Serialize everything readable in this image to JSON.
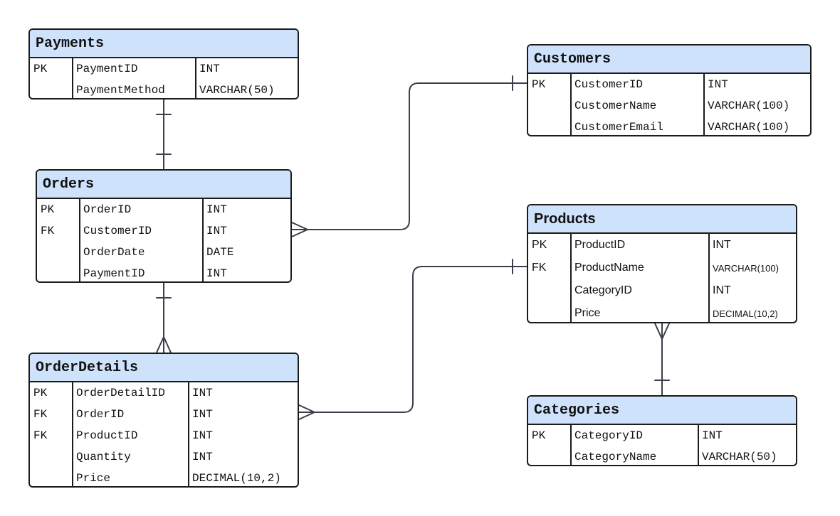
{
  "entities": {
    "payments": {
      "title": "Payments",
      "rows": [
        {
          "key": "PK",
          "name": "PaymentID",
          "type": "INT"
        },
        {
          "key": "",
          "name": "PaymentMethod",
          "type": "VARCHAR(50)"
        }
      ]
    },
    "customers": {
      "title": "Customers",
      "rows": [
        {
          "key": "PK",
          "name": "CustomerID",
          "type": "INT"
        },
        {
          "key": "",
          "name": "CustomerName",
          "type": "VARCHAR(100)"
        },
        {
          "key": "",
          "name": "CustomerEmail",
          "type": "VARCHAR(100)"
        }
      ]
    },
    "orders": {
      "title": "Orders",
      "rows": [
        {
          "key": "PK",
          "name": "OrderID",
          "type": "INT"
        },
        {
          "key": "FK",
          "name": "CustomerID",
          "type": "INT"
        },
        {
          "key": "",
          "name": "OrderDate",
          "type": "DATE"
        },
        {
          "key": "",
          "name": "PaymentID",
          "type": "INT"
        }
      ]
    },
    "products": {
      "title": "Products",
      "rows": [
        {
          "key": "PK",
          "name": "ProductID",
          "type": "INT"
        },
        {
          "key": "FK",
          "name": "ProductName",
          "type": "VARCHAR(100)"
        },
        {
          "key": "",
          "name": "CategoryID",
          "type": "INT"
        },
        {
          "key": "",
          "name": "Price",
          "type": "DECIMAL(10,2)"
        }
      ]
    },
    "orderdetails": {
      "title": "OrderDetails",
      "rows": [
        {
          "key": "PK",
          "name": "OrderDetailID",
          "type": "INT"
        },
        {
          "key": "FK",
          "name": "OrderID",
          "type": "INT"
        },
        {
          "key": "FK",
          "name": "ProductID",
          "type": "INT"
        },
        {
          "key": "",
          "name": "Quantity",
          "type": "INT"
        },
        {
          "key": "",
          "name": "Price",
          "type": "DECIMAL(10,2)"
        }
      ]
    },
    "categories": {
      "title": "Categories",
      "rows": [
        {
          "key": "PK",
          "name": "CategoryID",
          "type": "INT"
        },
        {
          "key": "",
          "name": "CategoryName",
          "type": "VARCHAR(50)"
        }
      ]
    }
  },
  "relationships": [
    {
      "from": "Payments",
      "to": "Orders",
      "from_card": "one",
      "to_card": "one"
    },
    {
      "from": "Customers",
      "to": "Orders",
      "from_card": "one",
      "to_card": "many"
    },
    {
      "from": "Orders",
      "to": "OrderDetails",
      "from_card": "one",
      "to_card": "many"
    },
    {
      "from": "Products",
      "to": "OrderDetails",
      "from_card": "one",
      "to_card": "many"
    },
    {
      "from": "Categories",
      "to": "Products",
      "from_card": "one",
      "to_card": "many"
    }
  ],
  "colors": {
    "header_fill": "#cfe2fb",
    "border": "#1b1b1b",
    "connector": "#3a3f4b"
  }
}
